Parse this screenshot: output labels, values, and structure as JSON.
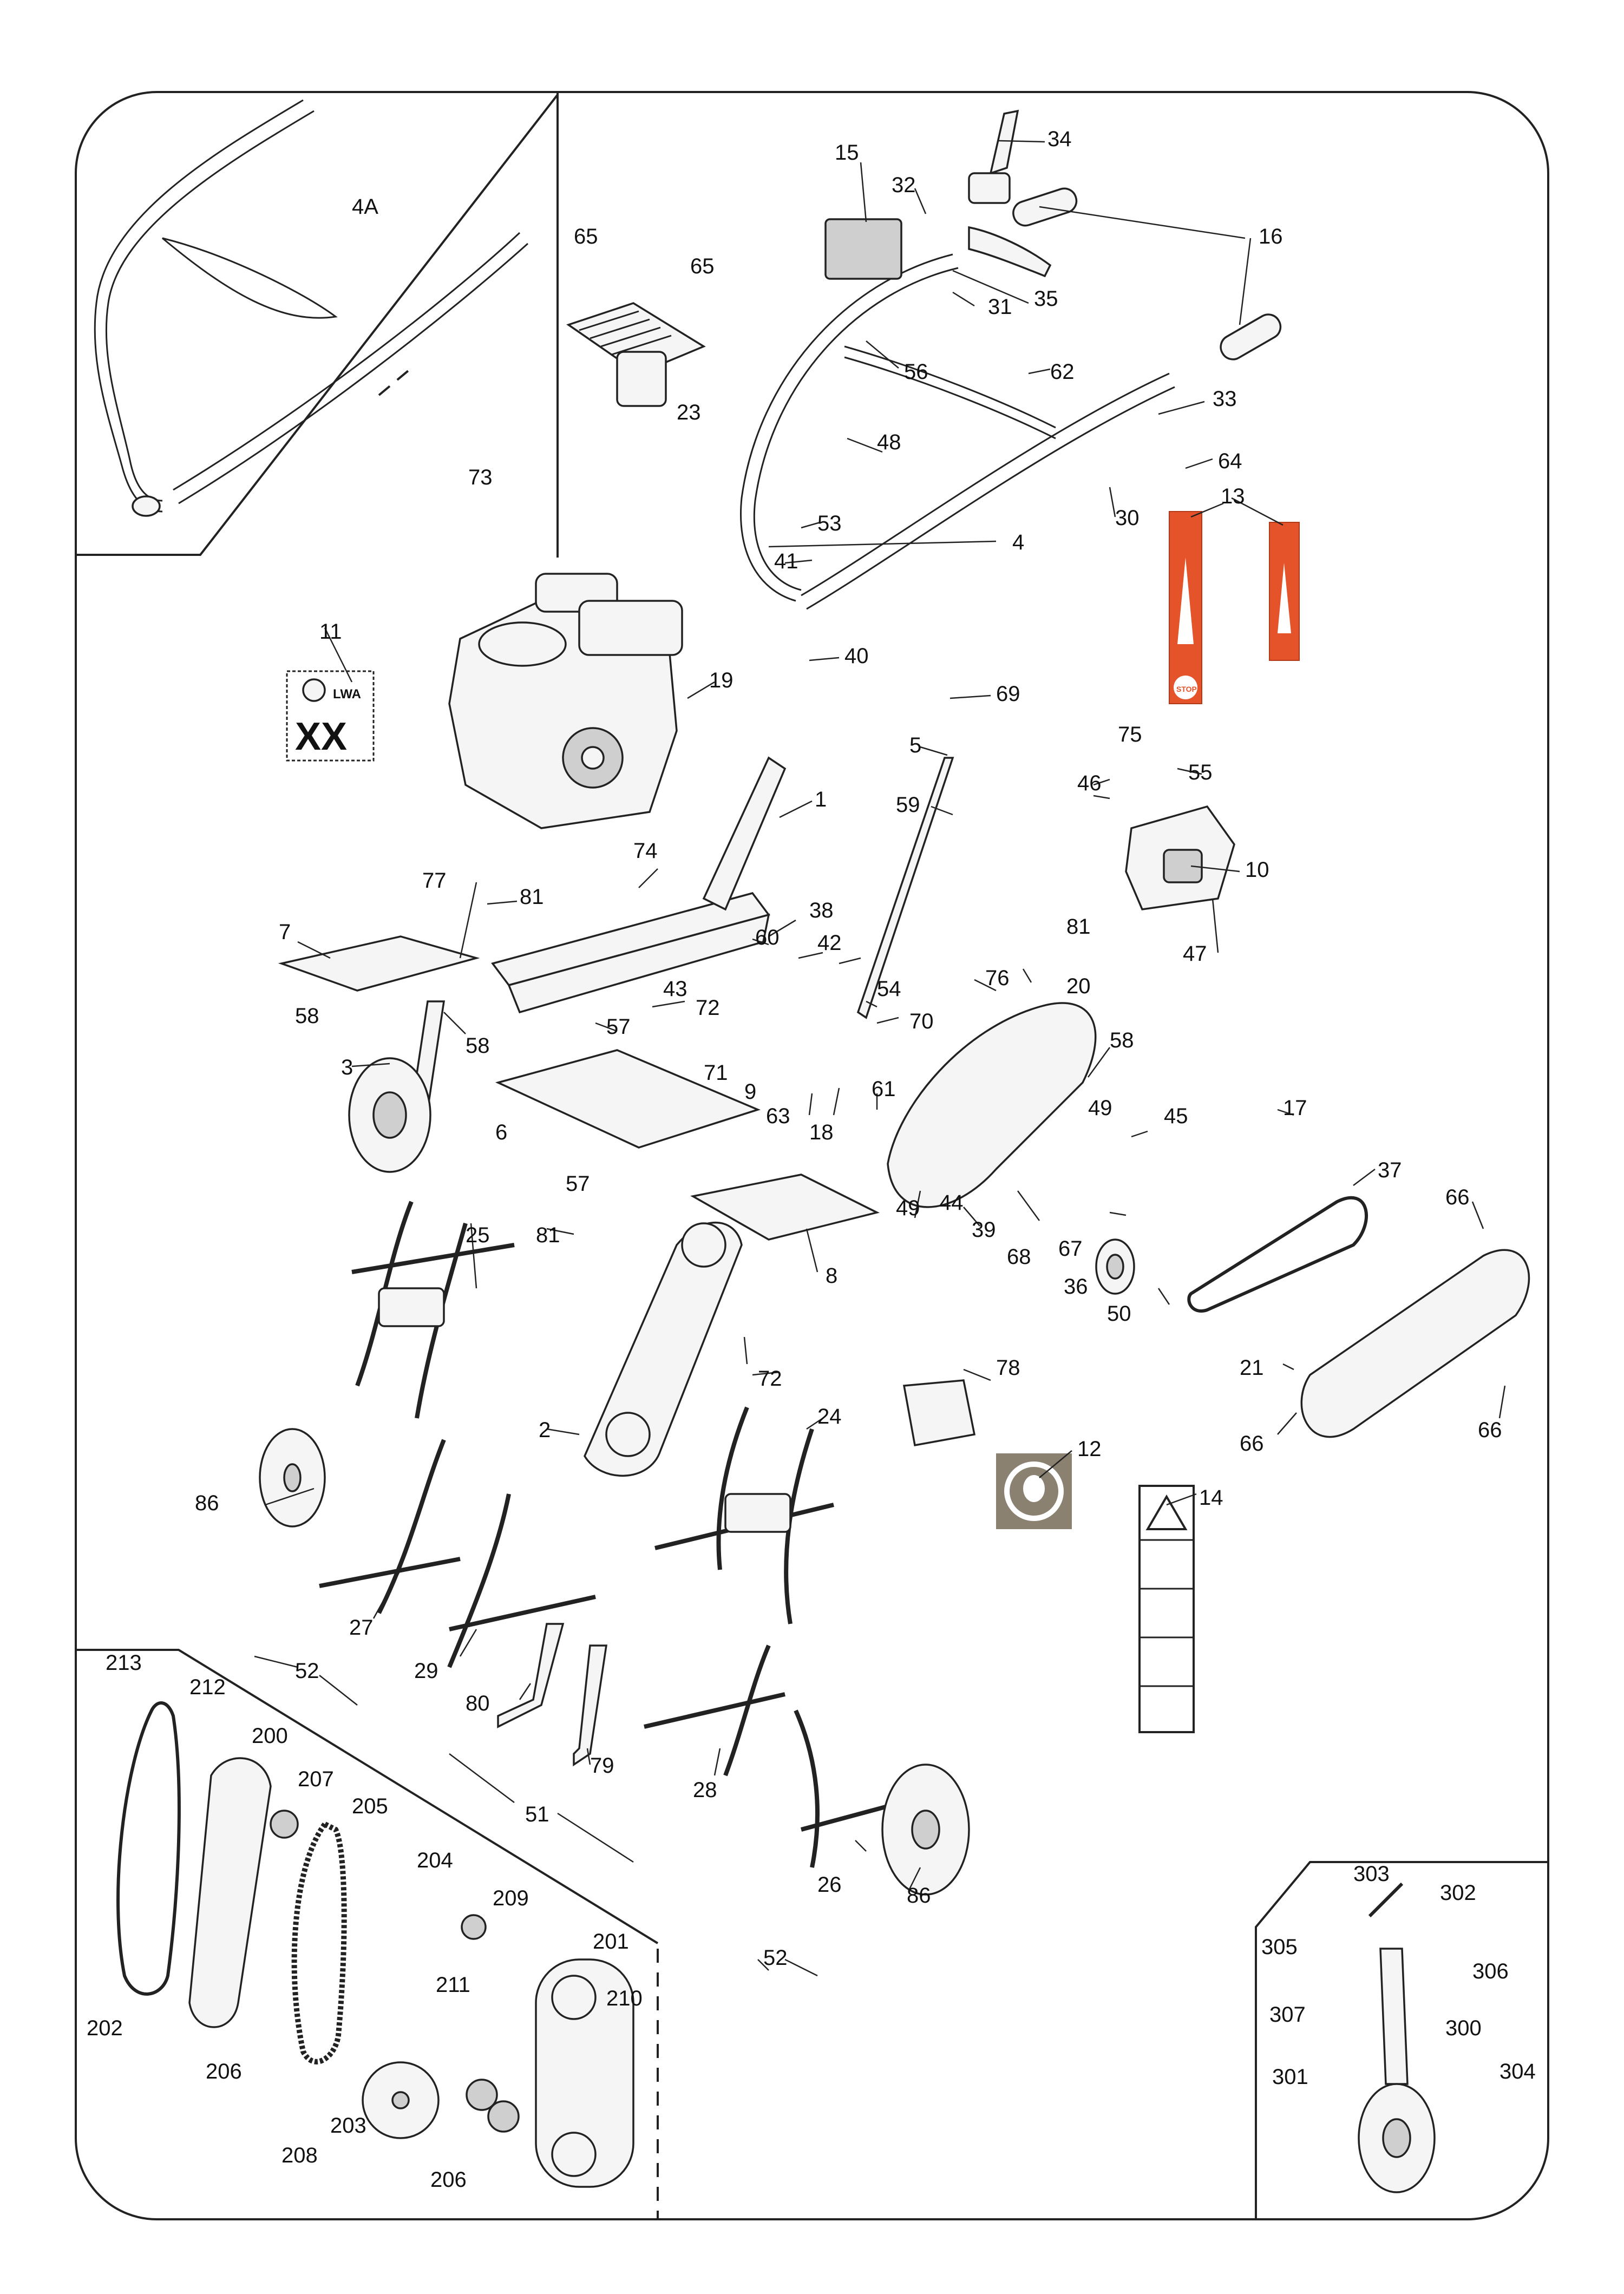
{
  "diagram": {
    "type": "exploded parts diagram",
    "callouts": {
      "c1": "1",
      "c2": "2",
      "c3": "3",
      "c4": "4",
      "c4a": "4A",
      "c5": "5",
      "c6": "6",
      "c7": "7",
      "c8": "8",
      "c9": "9",
      "c10": "10",
      "c11": "11",
      "c12": "12",
      "c13": "13",
      "c14": "14",
      "c15": "15",
      "c16": "16",
      "c17": "17",
      "c18": "18",
      "c19": "19",
      "c20": "20",
      "c21": "21",
      "c23": "23",
      "c24": "24",
      "c25": "25",
      "c26": "26",
      "c27": "27",
      "c28": "28",
      "c29": "29",
      "c30": "30",
      "c31": "31",
      "c32": "32",
      "c33": "33",
      "c34": "34",
      "c35": "35",
      "c36": "36",
      "c37": "37",
      "c38": "38",
      "c39": "39",
      "c40": "40",
      "c41": "41",
      "c42": "42",
      "c43": "43",
      "c44": "44",
      "c45": "45",
      "c46": "46",
      "c47": "47",
      "c48": "48",
      "c49a": "49",
      "c49b": "49",
      "c50": "50",
      "c51": "51",
      "c52a": "52",
      "c52b": "52",
      "c53": "53",
      "c54": "54",
      "c55": "55",
      "c56": "56",
      "c57a": "57",
      "c57b": "57",
      "c58a": "58",
      "c58b": "58",
      "c58c": "58",
      "c59": "59",
      "c60": "60",
      "c61": "61",
      "c62": "62",
      "c63": "63",
      "c64": "64",
      "c65a": "65",
      "c65b": "65",
      "c66a": "66",
      "c66b": "66",
      "c66c": "66",
      "c67": "67",
      "c68": "68",
      "c69": "69",
      "c70": "70",
      "c71": "71",
      "c72a": "72",
      "c72b": "72",
      "c73": "73",
      "c74": "74",
      "c75": "75",
      "c76": "76",
      "c77": "77",
      "c78": "78",
      "c79": "79",
      "c80": "80",
      "c81a": "81",
      "c81b": "81",
      "c81c": "81",
      "c86a": "86",
      "c86b": "86",
      "c200": "200",
      "c201": "201",
      "c202": "202",
      "c203": "203",
      "c204": "204",
      "c205": "205",
      "c206a": "206",
      "c206b": "206",
      "c207": "207",
      "c208": "208",
      "c209": "209",
      "c210": "210",
      "c211": "211",
      "c212": "212",
      "c213": "213",
      "c300": "300",
      "c301": "301",
      "c302": "302",
      "c303": "303",
      "c304": "304",
      "c305": "305",
      "c306": "306",
      "c307": "307"
    },
    "noise_label": {
      "lwa": "LWA",
      "xx": "XX"
    },
    "throttle_label": {
      "stop": "STOP"
    },
    "colors": {
      "line": "#222222",
      "label_red": "#e4532a",
      "hearing_sign": "#8a8170",
      "background": "#ffffff"
    }
  }
}
